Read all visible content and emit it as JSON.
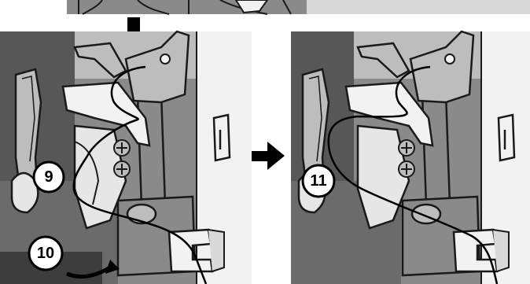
{
  "callouts": {
    "step9": "9",
    "step10": "10",
    "step11": "11"
  },
  "icons": {
    "down_arrow": "down-arrow-icon",
    "right_arrow": "right-arrow-icon",
    "rotate_arrow": "curved-arrow-icon"
  },
  "colors": {
    "background": "#ffffff",
    "panel_dark": "#575757",
    "panel_mid": "#8a8a8a",
    "panel_light": "#bdbdbd",
    "part_white": "#f2f2f2",
    "outline": "#1a1a1a",
    "thread": "#000000"
  }
}
